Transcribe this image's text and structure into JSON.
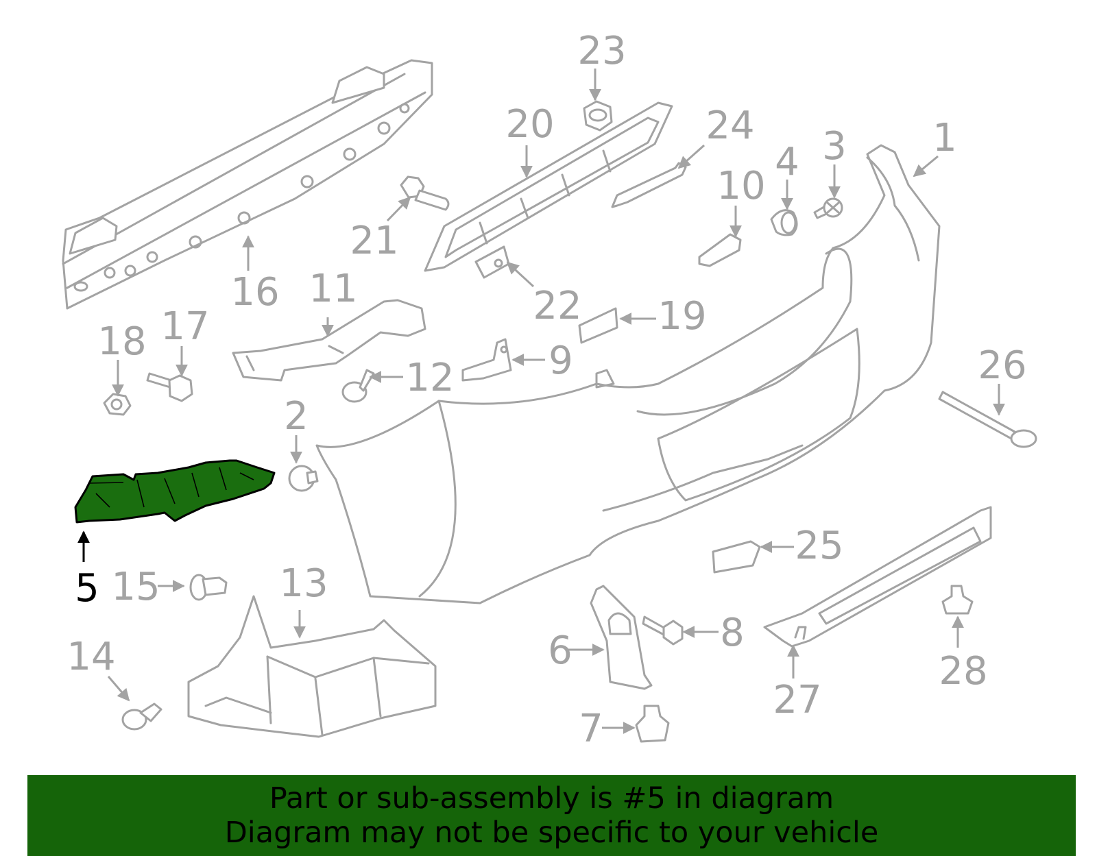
{
  "highlight_color": "#1a6e0f",
  "banner_color": "#156409",
  "callouts": {
    "c1": "1",
    "c2": "2",
    "c3": "3",
    "c4": "4",
    "c5": "5",
    "c6": "6",
    "c7": "7",
    "c8": "8",
    "c9": "9",
    "c10": "10",
    "c11": "11",
    "c12": "12",
    "c13": "13",
    "c14": "14",
    "c15": "15",
    "c16": "16",
    "c17": "17",
    "c18": "18",
    "c19": "19",
    "c20": "20",
    "c21": "21",
    "c22": "22",
    "c23": "23",
    "c24": "24",
    "c25": "25",
    "c26": "26",
    "c27": "27",
    "c28": "28"
  },
  "highlighted_part": "5",
  "banner": {
    "line1": "Part or sub-assembly is #5 in diagram",
    "line2": "Diagram may not be specific to your vehicle"
  }
}
